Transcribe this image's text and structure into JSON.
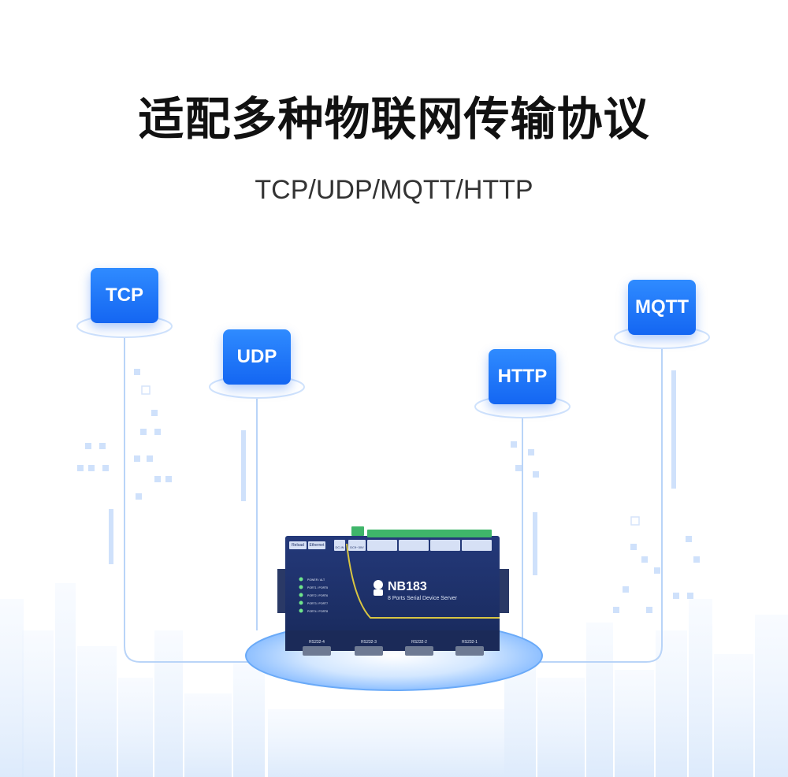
{
  "title": "适配多种物联网传输协议",
  "subtitle": "TCP/UDP/MQTT/HTTP",
  "protocols": {
    "tcp": "TCP",
    "udp": "UDP",
    "http": "HTTP",
    "mqtt": "MQTT"
  },
  "device": {
    "model": "NB183",
    "description": "8 Ports Serial Device Server",
    "buttons": [
      "Reload",
      "Ethernet"
    ],
    "power_label": "DC-IN",
    "power_range": "DC9~30V",
    "leds": [
      "POWER / ALT",
      "PORT1 / PORT5",
      "PORT2 / PORT6",
      "PORT3 / PORT7",
      "PORT4 / PORT8"
    ],
    "ports": [
      "RS232-4",
      "RS232-3",
      "RS232-2",
      "RS232-1"
    ]
  },
  "colors": {
    "accent": "#1a6ff5",
    "device_body": "#1a2c63",
    "device_trim": "#d8c542",
    "terminal": "#3fb56a"
  }
}
